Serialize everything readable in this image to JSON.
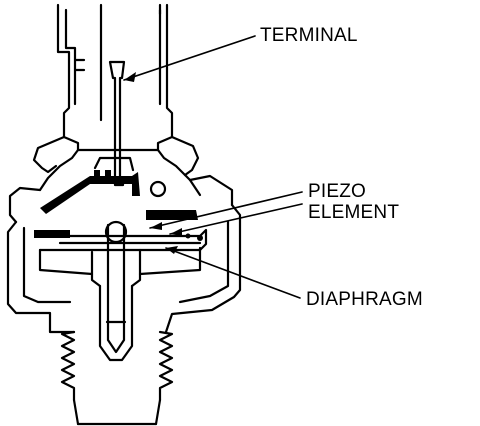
{
  "labels": {
    "terminal": "TERMINAL",
    "piezo_line1": "PIEZO",
    "piezo_line2": "ELEMENT",
    "diaphragm": "DIAPHRAGM"
  },
  "colors": {
    "ink": "#000000",
    "background": "#ffffff"
  }
}
